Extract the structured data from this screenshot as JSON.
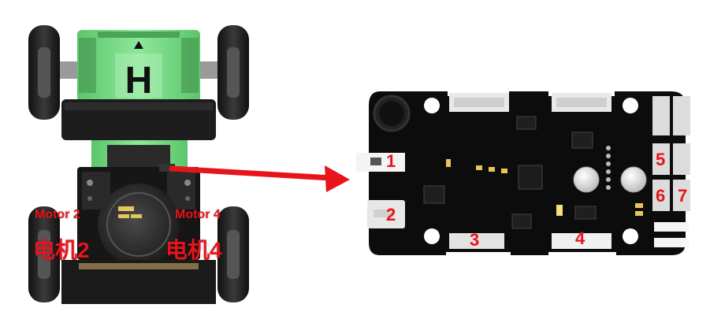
{
  "robot": {
    "top_badge_letter": "H",
    "motor_left_en": "Motor 2",
    "motor_right_en": "Motor 4",
    "motor_left_cn": "电机2",
    "motor_right_cn": "电机4"
  },
  "board": {
    "callouts": [
      "1",
      "2",
      "3",
      "4",
      "5",
      "6",
      "7"
    ]
  },
  "colors": {
    "chassis_green": "#7fe08a",
    "chassis_dark": "#1b1b1b",
    "board_black": "#0c0c0c",
    "callout_red": "#e8141b",
    "arrow_red": "#e8141b"
  }
}
